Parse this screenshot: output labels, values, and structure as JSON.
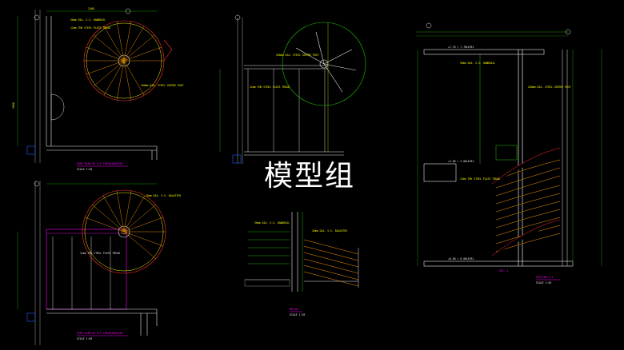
{
  "watermark": "模型组",
  "colors": {
    "background": "#000000",
    "line_white": "#e8e8e8",
    "line_grey": "#8c8c8c",
    "line_yellow": "#f7f700",
    "line_green": "#20c000",
    "line_red": "#ff3030",
    "line_magenta": "#ff00ff",
    "line_cyan": "#00c8c8",
    "line_orange": "#ff9900"
  },
  "drawings": {
    "plan_top": {
      "title": "PART PLAN OF 1/F CIRCULARSTAIR",
      "scale": "SCALE 1:50"
    },
    "plan_bottom": {
      "title": "PART PLAN OF 2/F CIRCULARSTAIR",
      "scale": "SCALE 1:50"
    },
    "section_mid": {
      "title": "DETAIL",
      "scale": "SCALE 1:20"
    },
    "section_right": {
      "title": "SECTION 1-1",
      "scale": "SCALE 1:50",
      "cut_label": "SEC. 1"
    }
  },
  "annotations": {
    "level_top": "+7.70 = 7.70LEVEL",
    "level_mid": "+3.80 = 3.80LEVEL",
    "level_bottom": "+0.00 = 0.00LEVEL",
    "note_tread": "12mm THK STEEL PLATE TREAD",
    "note_rail": "50mm DIA. S.S. HANDRAIL",
    "note_post": "200mm DIA. STEEL CENTRE POST",
    "note_baluster": "20mm DIA. S.S. BALUSTER"
  }
}
